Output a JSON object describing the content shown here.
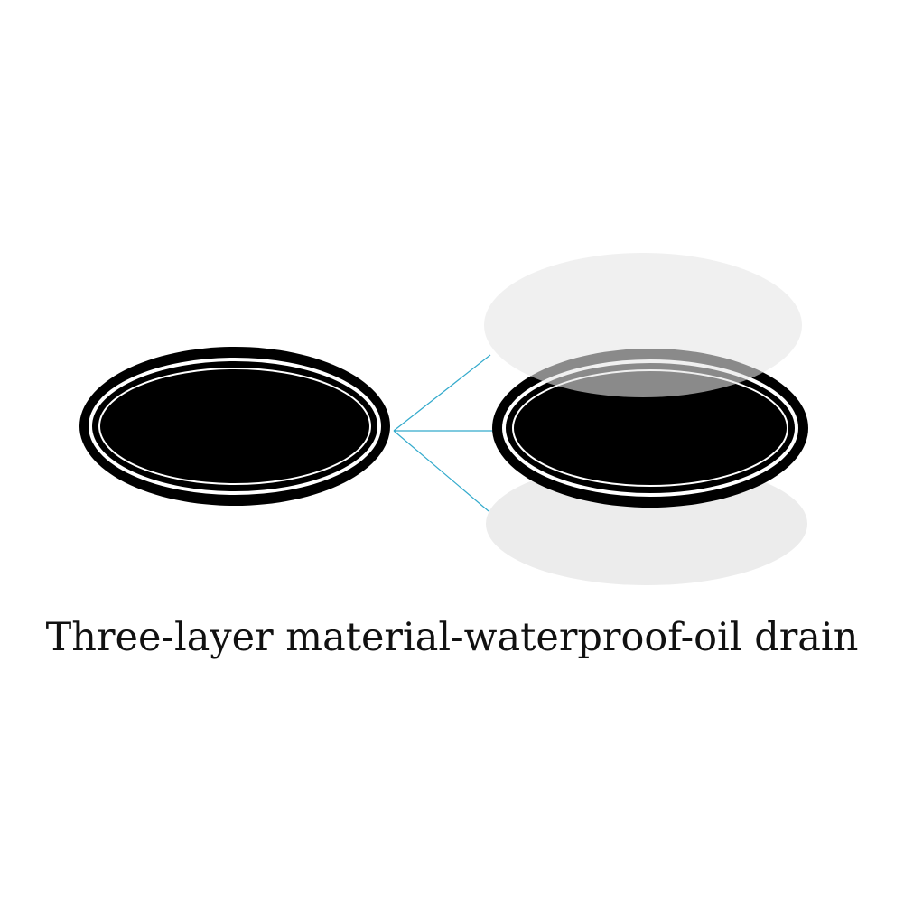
{
  "caption": "Three-layer material-waterproof-oil drain",
  "colors": {
    "background": "#ffffff",
    "badge_fill": "#000000",
    "badge_ring": "#ffffff",
    "top_layer": "#efefef",
    "bottom_layer": "#ececec",
    "connector_line": "#33aacc",
    "text": "#111111"
  },
  "layers": {
    "count": 3,
    "items": [
      "top-film",
      "badge-core",
      "bottom-film"
    ]
  }
}
